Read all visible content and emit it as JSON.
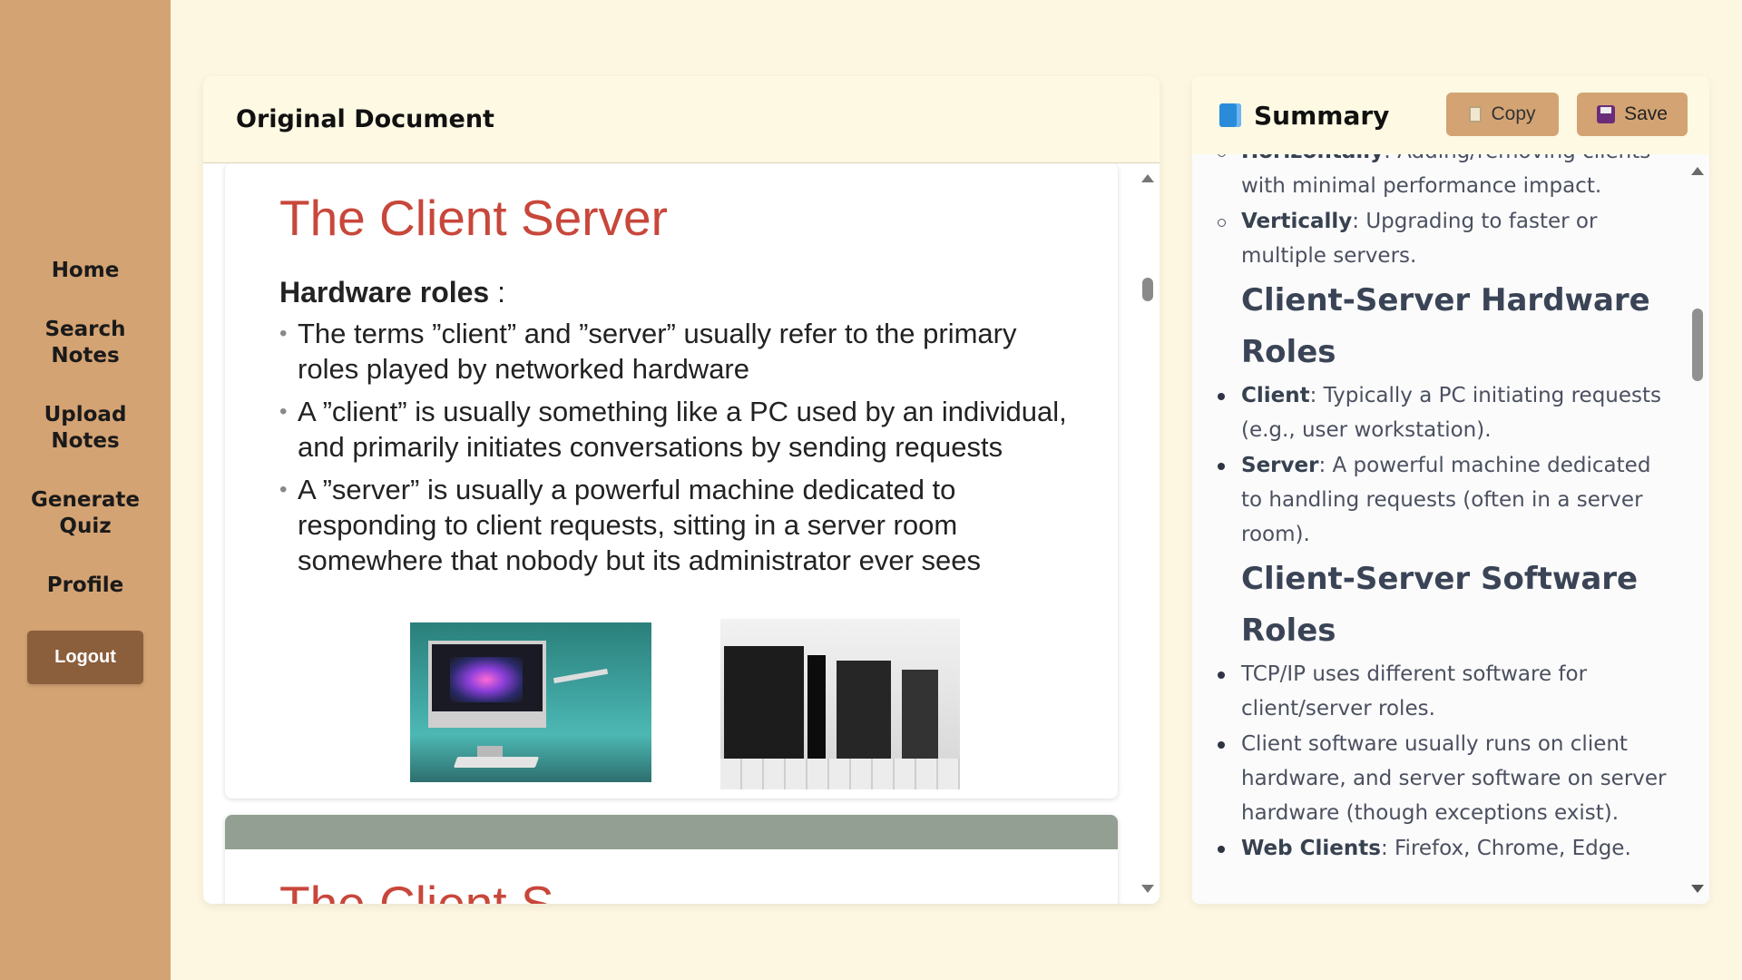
{
  "sidebar": {
    "items": [
      {
        "label": "Home"
      },
      {
        "label": "Search\nNotes"
      },
      {
        "label": "Upload\nNotes"
      },
      {
        "label": "Generate\nQuiz"
      },
      {
        "label": "Profile"
      }
    ],
    "logout_label": "Logout"
  },
  "document": {
    "title": "Original Document",
    "slides": [
      {
        "title": "The Client Server",
        "subtitle": "Hardware roles",
        "subtitle_suffix": " :",
        "bullets": [
          "The terms ”client” and ”server” usually refer to the primary roles played by networked hardware",
          "A ”client” is usually something like a PC used by an individual, and primarily initiates conversations by sending requests",
          "A ”server” is usually a powerful machine dedicated to responding to client requests, sitting in a server room somewhere that nobody but its administrator ever sees"
        ]
      },
      {
        "title": "The Client S"
      }
    ]
  },
  "summary": {
    "title": "Summary",
    "icon": "blue-book-icon",
    "copy_label": "Copy",
    "save_label": "Save",
    "top_items": [
      {
        "bold": "Horizontally",
        "text": ": Adding/removing clients with minimal performance impact."
      },
      {
        "bold": "Vertically",
        "text": ": Upgrading to faster or multiple servers."
      }
    ],
    "hardware_heading": "Client-Server Hardware Roles",
    "hardware_items": [
      {
        "bold": "Client",
        "text": ": Typically a PC initiating requests (e.g., user workstation)."
      },
      {
        "bold": "Server",
        "text": ": A powerful machine dedicated to handling requests (often in a server room)."
      }
    ],
    "software_heading": "Client-Server Software Roles",
    "software_items": [
      {
        "bold": "",
        "text": "TCP/IP uses different software for client/server roles."
      },
      {
        "bold": "",
        "text": "Client software usually runs on client hardware, and server software on server hardware (though exceptions exist)."
      },
      {
        "bold": "Web Clients",
        "text": ": Firefox, Chrome, Edge."
      }
    ]
  }
}
